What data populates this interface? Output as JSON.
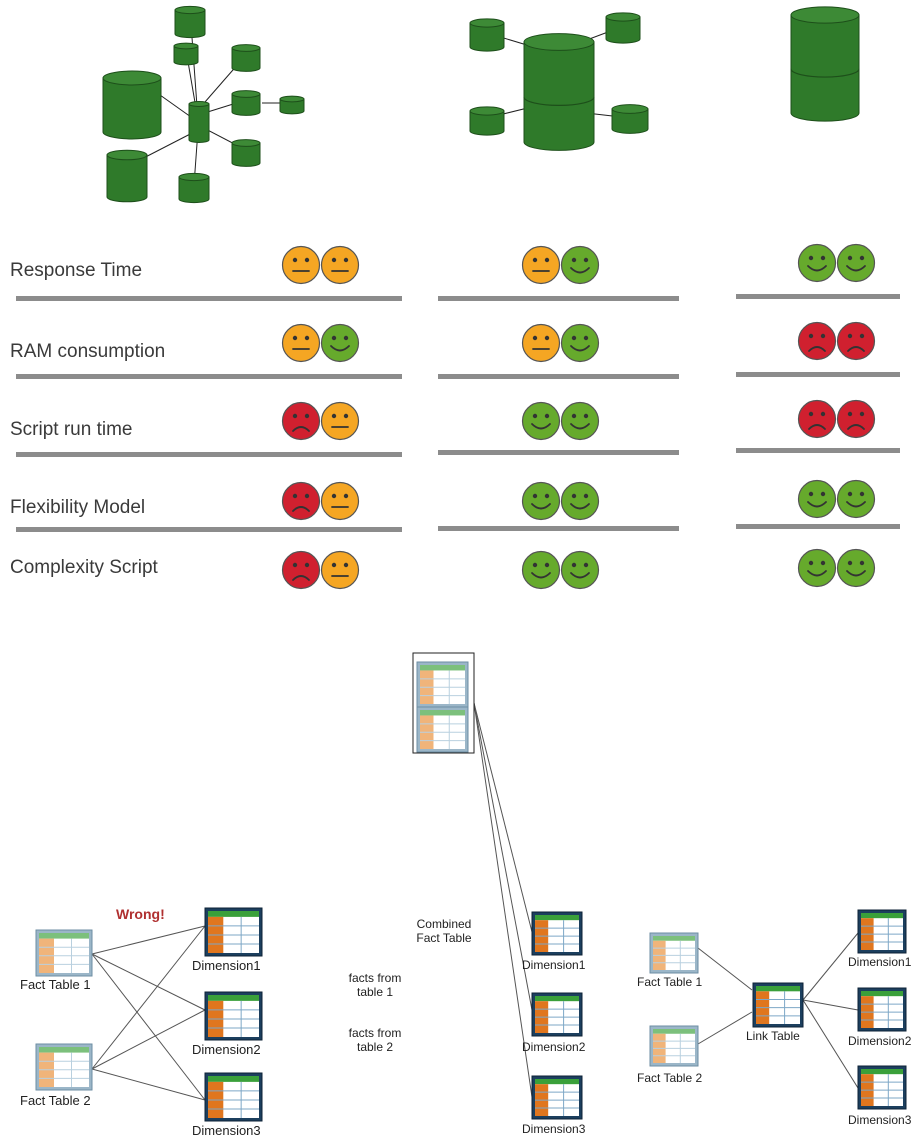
{
  "comparison": {
    "metrics": [
      {
        "label": "Response Time"
      },
      {
        "label": "RAM consumption"
      },
      {
        "label": "Script run time"
      },
      {
        "label": "Flexibility Model"
      },
      {
        "label": "Complexity Script"
      }
    ],
    "ratings": {
      "columns": [
        [
          "neutral",
          "neutral",
          "neutral",
          "happy",
          "sad",
          "neutral",
          "sad",
          "neutral",
          "sad",
          "neutral"
        ],
        [
          "neutral",
          "happy",
          "neutral",
          "happy",
          "happy",
          "happy",
          "happy",
          "happy",
          "happy",
          "happy"
        ],
        [
          "happy",
          "happy",
          "sad",
          "sad",
          "sad",
          "sad",
          "happy",
          "happy",
          "happy",
          "happy"
        ]
      ]
    },
    "colors": {
      "happy": "#66aa2c",
      "neutral": "#f5a623",
      "sad": "#d0202f",
      "separator": "#8c8c8c",
      "cylinder": "#2f7a2a"
    }
  },
  "diagrams": {
    "left": {
      "wrong_label": "Wrong!",
      "fact1": "Fact Table 1",
      "fact2": "Fact Table 2",
      "dim1": "Dimension1",
      "dim2": "Dimension2",
      "dim3": "Dimension3"
    },
    "middle": {
      "combined_line1": "Combined",
      "combined_line2": "Fact Table",
      "facts1_line1": "facts from",
      "facts1_line2": "table 1",
      "facts2_line1": "facts from",
      "facts2_line2": "table 2",
      "dim1": "Dimension1",
      "dim2": "Dimension2",
      "dim3": "Dimension3"
    },
    "right": {
      "fact1": "Fact Table 1",
      "fact2": "Fact Table 2",
      "link": "Link Table",
      "dim1": "Dimension1",
      "dim2": "Dimension2",
      "dim3": "Dimension3"
    }
  }
}
